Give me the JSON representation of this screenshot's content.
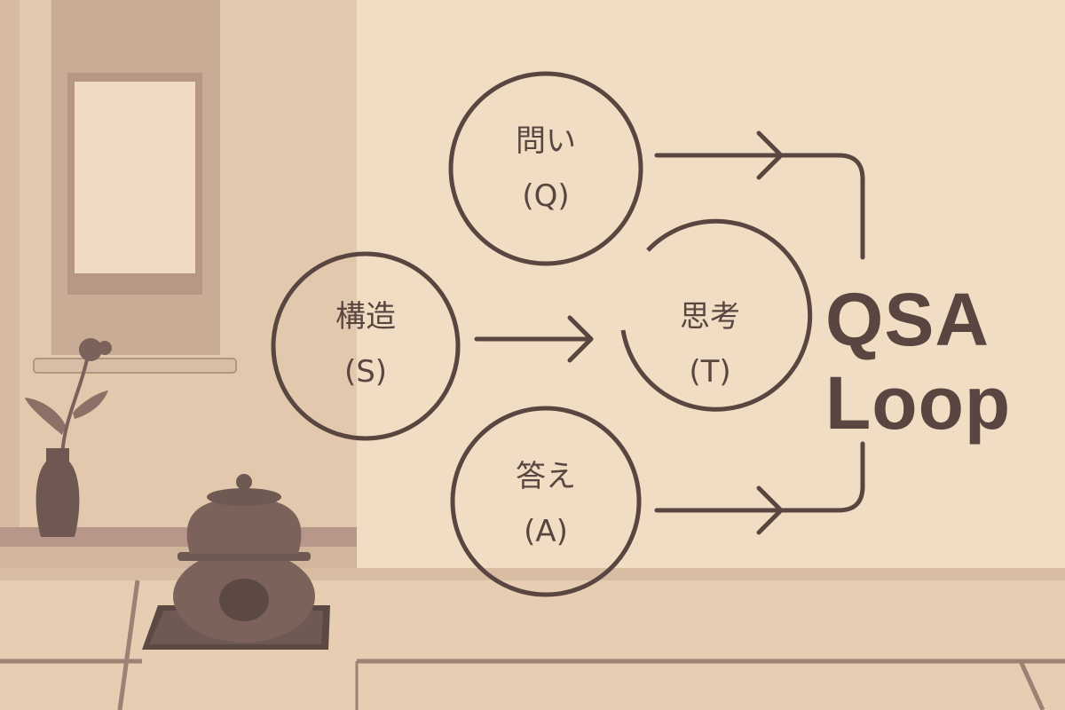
{
  "colors": {
    "wall": "#f1dcc4",
    "wall_dark": "#e4cbb1",
    "alcove": "#dbc1a5",
    "scroll_frame": "#c5a893",
    "scroll_paper": "#f0d8c2",
    "ink": "#5a4640",
    "tatami": "#e2c7ac",
    "tatami_line": "#9f8074",
    "kettle": "#7b625a"
  },
  "diagram": {
    "nodes": [
      {
        "id": "question",
        "label": "問い",
        "short": "(Q)"
      },
      {
        "id": "structure",
        "label": "構造",
        "short": "(S)"
      },
      {
        "id": "thinking",
        "label": "思考",
        "short": "(T)"
      },
      {
        "id": "answer",
        "label": "答え",
        "short": "(A)"
      }
    ],
    "title_line1": "QSA",
    "title_line2": "Loop"
  }
}
